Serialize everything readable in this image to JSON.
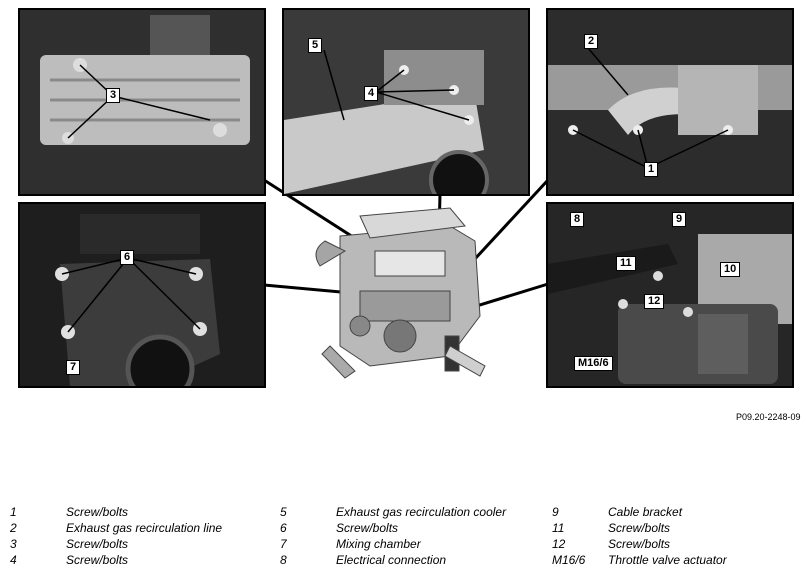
{
  "panels": {
    "top_left": {
      "callouts": [
        "3"
      ]
    },
    "top_middle": {
      "callouts": [
        "5",
        "4"
      ]
    },
    "top_right": {
      "callouts": [
        "2",
        "1"
      ]
    },
    "bottom_left": {
      "callouts": [
        "6",
        "7"
      ]
    },
    "bottom_right": {
      "callouts": [
        "8",
        "9",
        "11",
        "10",
        "12",
        "M16/6"
      ]
    }
  },
  "reference_code": "P09.20-2248-09",
  "legend": [
    {
      "num": "1",
      "label": "Screw/bolts"
    },
    {
      "num": "2",
      "label": "Exhaust gas recirculation line"
    },
    {
      "num": "3",
      "label": "Screw/bolts"
    },
    {
      "num": "4",
      "label": "Screw/bolts"
    },
    {
      "num": "5",
      "label": "Exhaust gas recirculation cooler"
    },
    {
      "num": "6",
      "label": "Screw/bolts"
    },
    {
      "num": "7",
      "label": "Mixing chamber"
    },
    {
      "num": "8",
      "label": "Electrical connection"
    },
    {
      "num": "9",
      "label": "Cable bracket"
    },
    {
      "num": "11",
      "label": "Screw/bolts"
    },
    {
      "num": "12",
      "label": "Screw/bolts"
    },
    {
      "num": "M16/6",
      "label": "Throttle valve actuator"
    }
  ],
  "colors": {
    "photo_dark": "#2e2e2e",
    "photo_mid": "#7a7a7a",
    "photo_light": "#c8c8c8",
    "line": "#000000"
  }
}
